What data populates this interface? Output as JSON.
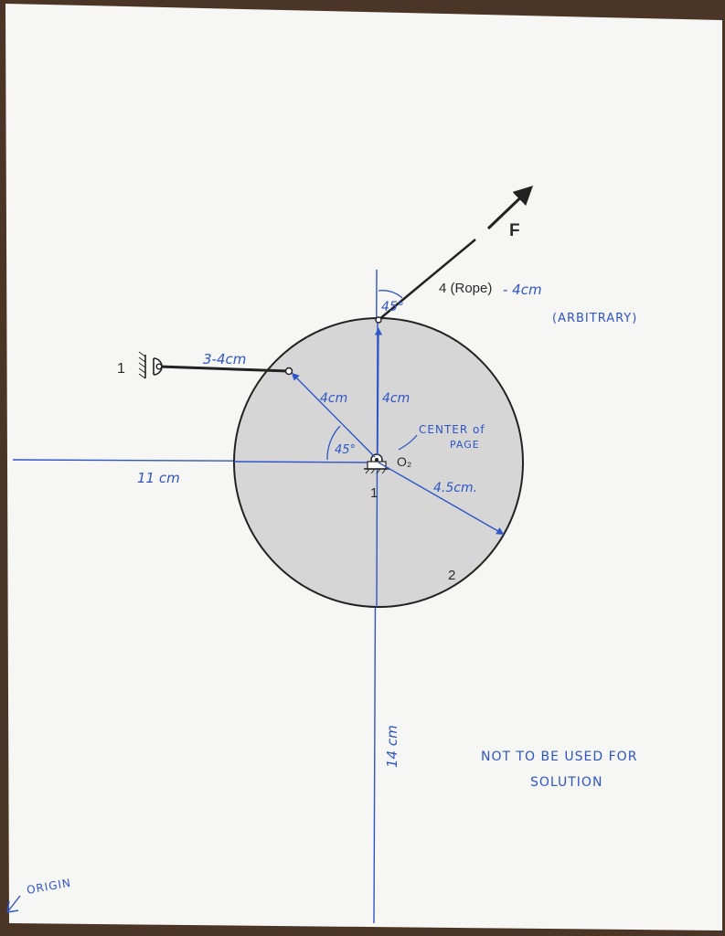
{
  "diagram": {
    "labels": {
      "ground_left_number": "1",
      "link3_label": "3-4cm",
      "force_label": "F",
      "rope_label": "4 (Rope)",
      "rope_length": "- 4cm",
      "arbitrary_note": "(ARBITRARY)",
      "angle_top": "45°",
      "angle_center": "45°",
      "radius_left": "4cm",
      "radius_up": "4cm",
      "center_note_line1": "CENTER of",
      "center_note_line2": "PAGE",
      "pivot_label": "O₂",
      "ground_center_number": "1",
      "radius_outer": "4.5cm.",
      "disc_number": "2",
      "horizontal_distance": "11 cm",
      "vertical_distance": "14 cm",
      "disclaimer_line1": "NOT TO BE USED FOR",
      "disclaimer_line2": "SOLUTION",
      "origin_label": "ORIGIN"
    },
    "colors": {
      "paper": "#f6f6f4",
      "background": "#4a3526",
      "disc_fill": "#d6d6d6",
      "ink": "#222222",
      "blue_ink": "#2f55c8"
    }
  }
}
